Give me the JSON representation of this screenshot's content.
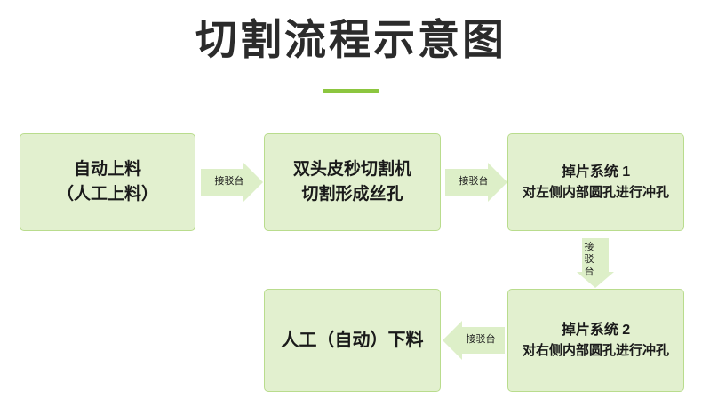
{
  "title": "切割流程示意图",
  "diagram": {
    "type": "flowchart",
    "nodes": [
      {
        "id": "auto-load",
        "lines": [
          "自动上料",
          "（人工上料）"
        ]
      },
      {
        "id": "cutter",
        "lines": [
          "双头皮秒切割机",
          "切割形成丝孔"
        ]
      },
      {
        "id": "drop-system-1",
        "title": "掉片系统 1",
        "desc": "对左侧内部圆孔进行冲孔"
      },
      {
        "id": "drop-system-2",
        "title": "掉片系统 2",
        "desc": "对右侧内部圆孔进行冲孔"
      },
      {
        "id": "unload",
        "lines": [
          "人工（自动）下料"
        ]
      }
    ],
    "arrows": [
      {
        "id": "arrow-1",
        "label": "接驳台",
        "direction": "right"
      },
      {
        "id": "arrow-2",
        "label": "接驳台",
        "direction": "right"
      },
      {
        "id": "arrow-3",
        "label": "接驳台",
        "direction": "down"
      },
      {
        "id": "arrow-4",
        "label": "接驳台",
        "direction": "left"
      }
    ]
  },
  "colors": {
    "accent": "#8cc63f",
    "box_fill": "#e2f0cf",
    "box_border": "#b9dc8d",
    "arrow_fill": "#ddefc8",
    "text": "#1a1a1a",
    "title": "#2b2b2b"
  }
}
